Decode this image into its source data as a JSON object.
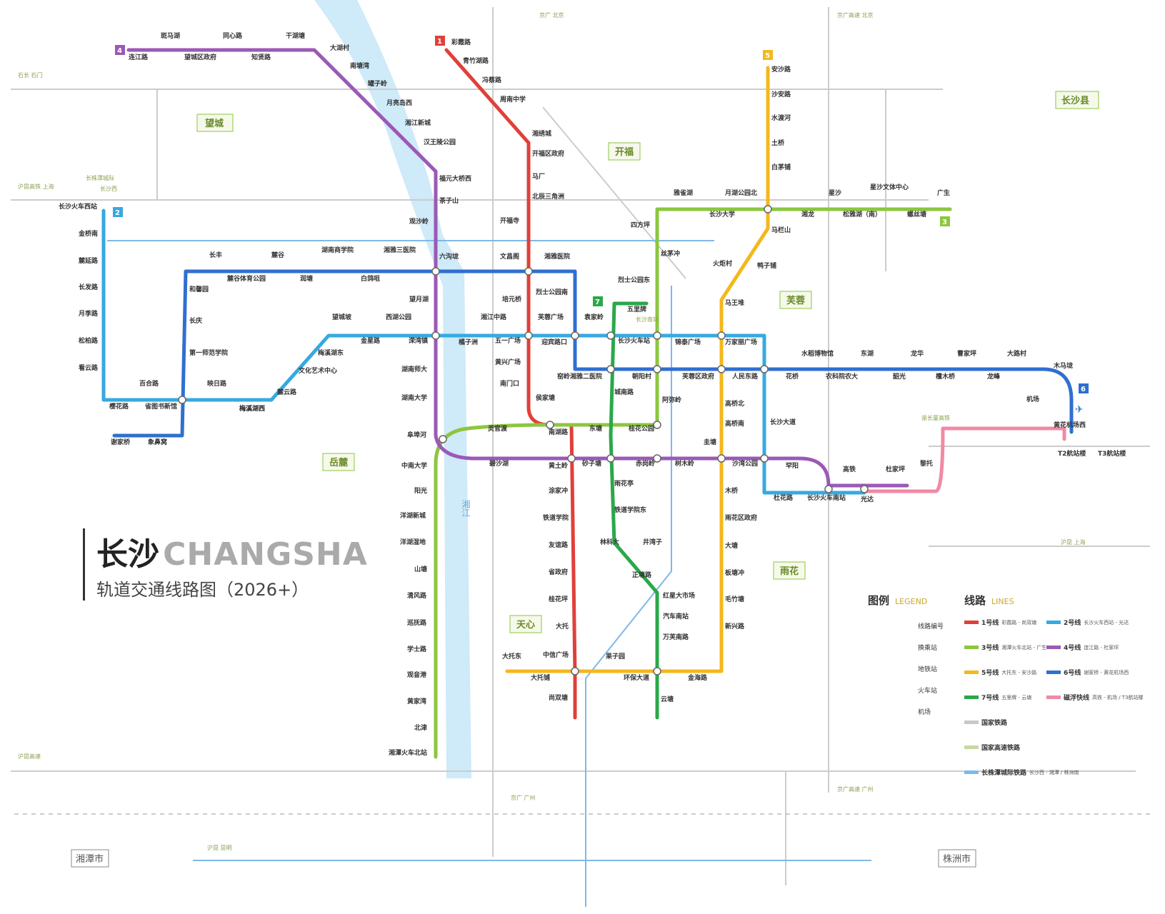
{
  "title": {
    "cn": "长沙",
    "en": "CHANGSHA",
    "sub": "轨道交通线路图（2026+）"
  },
  "colors": {
    "line1": "#e0403a",
    "line2": "#36a9e1",
    "line3": "#8cc63f",
    "line4": "#9b59b6",
    "line5": "#f4b81c",
    "line6": "#2f6fd0",
    "line7": "#2aa84a",
    "maglev": "#f08aa4",
    "rail": "#c8c8c8",
    "intercity": "#7fb8e8",
    "river": "#cfeaf8"
  },
  "districts": [
    {
      "id": "wangcheng",
      "name": "望城"
    },
    {
      "id": "changsha_county",
      "name": "长沙县"
    },
    {
      "id": "kaifu",
      "name": "开福"
    },
    {
      "id": "furong",
      "name": "芙蓉"
    },
    {
      "id": "yuelu",
      "name": "岳麓"
    },
    {
      "id": "tianxin",
      "name": "天心"
    },
    {
      "id": "yuhua",
      "name": "雨花"
    },
    {
      "id": "xiangtan",
      "name": "湘潭市"
    },
    {
      "id": "zhuzhou",
      "name": "株洲市"
    }
  ],
  "river": {
    "name": "湘江"
  },
  "line_badges": [
    "1",
    "2",
    "3",
    "4",
    "5",
    "6",
    "7"
  ],
  "stations": [
    {
      "id": "s1",
      "name": "彩霞路"
    },
    {
      "id": "s2",
      "name": "青竹湖路"
    },
    {
      "id": "s3",
      "name": "冯蔡路"
    },
    {
      "id": "s4",
      "name": "周南中学"
    },
    {
      "id": "s5",
      "name": "湘绣城"
    },
    {
      "id": "s6",
      "name": "开福区政府"
    },
    {
      "id": "s7",
      "name": "马厂"
    },
    {
      "id": "s8",
      "name": "北辰三角洲"
    },
    {
      "id": "s9",
      "name": "开福寺"
    },
    {
      "id": "s10",
      "name": "文昌阁"
    },
    {
      "id": "s11",
      "name": "培元桥"
    },
    {
      "id": "s12",
      "name": "五一广场"
    },
    {
      "id": "s13",
      "name": "黄兴广场"
    },
    {
      "id": "s14",
      "name": "南门口"
    },
    {
      "id": "s15",
      "name": "侯家塘"
    },
    {
      "id": "s16",
      "name": "南湖路"
    },
    {
      "id": "s17",
      "name": "黄土岭"
    },
    {
      "id": "s18",
      "name": "涂家冲"
    },
    {
      "id": "s19",
      "name": "铁道学院"
    },
    {
      "id": "s20",
      "name": "友谊路"
    },
    {
      "id": "s21",
      "name": "省政府"
    },
    {
      "id": "s22",
      "name": "桂花坪"
    },
    {
      "id": "s23",
      "name": "大托"
    },
    {
      "id": "s24",
      "name": "中信广场"
    },
    {
      "id": "s25",
      "name": "尚双塘"
    },
    {
      "id": "s26",
      "name": "长沙火车西站"
    },
    {
      "id": "s27",
      "name": "金桥南"
    },
    {
      "id": "s28",
      "name": "麓延路"
    },
    {
      "id": "s29",
      "name": "长发路"
    },
    {
      "id": "s30",
      "name": "月季路"
    },
    {
      "id": "s31",
      "name": "松柏路"
    },
    {
      "id": "s32",
      "name": "看云路"
    },
    {
      "id": "s33",
      "name": "百合路"
    },
    {
      "id": "s34",
      "name": "映日路"
    },
    {
      "id": "s35",
      "name": "麓云路"
    },
    {
      "id": "s36",
      "name": "文化艺术中心"
    },
    {
      "id": "s37",
      "name": "梅溪湖东"
    },
    {
      "id": "s38",
      "name": "望城坡"
    },
    {
      "id": "s39",
      "name": "金星路"
    },
    {
      "id": "s40",
      "name": "西湖公园"
    },
    {
      "id": "s41",
      "name": "溁湾镇"
    },
    {
      "id": "s42",
      "name": "橘子洲"
    },
    {
      "id": "s43",
      "name": "湘江中路"
    },
    {
      "id": "s44",
      "name": "芙蓉广场"
    },
    {
      "id": "s45",
      "name": "袁家岭"
    },
    {
      "id": "s46",
      "name": "长沙火车站"
    },
    {
      "id": "s47",
      "name": "锦泰广场"
    },
    {
      "id": "s48",
      "name": "万家丽广场"
    },
    {
      "id": "s49",
      "name": "长沙大道"
    },
    {
      "id": "s50",
      "name": "沙湾公园"
    },
    {
      "id": "s51",
      "name": "杜花路"
    },
    {
      "id": "s52",
      "name": "长沙火车南站"
    },
    {
      "id": "s53",
      "name": "光达"
    },
    {
      "id": "s54",
      "name": "梅溪湖西"
    },
    {
      "id": "s55",
      "name": "斑马湖"
    },
    {
      "id": "s56",
      "name": "同心路"
    },
    {
      "id": "s57",
      "name": "干湖塘"
    },
    {
      "id": "s58",
      "name": "连江路"
    },
    {
      "id": "s59",
      "name": "望城区政府"
    },
    {
      "id": "s60",
      "name": "知贤路"
    },
    {
      "id": "s61",
      "name": "大湖村"
    },
    {
      "id": "s62",
      "name": "南塘湾"
    },
    {
      "id": "s63",
      "name": "罐子岭"
    },
    {
      "id": "s64",
      "name": "月亮岛西"
    },
    {
      "id": "s65",
      "name": "湘江新城"
    },
    {
      "id": "s66",
      "name": "汉王陵公园"
    },
    {
      "id": "s67",
      "name": "福元大桥西"
    },
    {
      "id": "s68",
      "name": "茶子山"
    },
    {
      "id": "s69",
      "name": "观沙岭"
    },
    {
      "id": "s70",
      "name": "六沟垅"
    },
    {
      "id": "s71",
      "name": "望月湖"
    },
    {
      "id": "s72",
      "name": "湖南师大"
    },
    {
      "id": "s73",
      "name": "湖南大学"
    },
    {
      "id": "s74",
      "name": "阜埠河"
    },
    {
      "id": "s75",
      "name": "碧沙湖"
    },
    {
      "id": "s76",
      "name": "砂子塘"
    },
    {
      "id": "s77",
      "name": "赤岗岭"
    },
    {
      "id": "s78",
      "name": "树木岭"
    },
    {
      "id": "s79",
      "name": "圭塘"
    },
    {
      "id": "s80",
      "name": "罕阳"
    },
    {
      "id": "s81",
      "name": "高铁"
    },
    {
      "id": "s82",
      "name": "杜家坪"
    },
    {
      "id": "s83",
      "name": "黎托"
    },
    {
      "id": "s84",
      "name": "安沙路"
    },
    {
      "id": "s85",
      "name": "沙安路"
    },
    {
      "id": "s86",
      "name": "水渡河"
    },
    {
      "id": "s87",
      "name": "土桥"
    },
    {
      "id": "s88",
      "name": "白茅铺"
    },
    {
      "id": "s89",
      "name": "月湖公园北"
    },
    {
      "id": "s90",
      "name": "马栏山"
    },
    {
      "id": "s91",
      "name": "鸭子铺"
    },
    {
      "id": "s92",
      "name": "火炬村"
    },
    {
      "id": "s93",
      "name": "马王堆"
    },
    {
      "id": "s94",
      "name": "人民东路"
    },
    {
      "id": "s95",
      "name": "高桥北"
    },
    {
      "id": "s96",
      "name": "高桥南"
    },
    {
      "id": "s97",
      "name": "木桥"
    },
    {
      "id": "s98",
      "name": "雨花区政府"
    },
    {
      "id": "s99",
      "name": "大塘"
    },
    {
      "id": "s100",
      "name": "板塘冲"
    },
    {
      "id": "s101",
      "name": "毛竹塘"
    },
    {
      "id": "s102",
      "name": "新兴路"
    },
    {
      "id": "s103",
      "name": "金海路"
    },
    {
      "id": "s104",
      "name": "大托铺"
    },
    {
      "id": "s105",
      "name": "大托东"
    },
    {
      "id": "s106",
      "name": "雅雀湖"
    },
    {
      "id": "s107",
      "name": "长沙大学"
    },
    {
      "id": "s108",
      "name": "湘龙"
    },
    {
      "id": "s109",
      "name": "星沙"
    },
    {
      "id": "s110",
      "name": "松雅湖（南）"
    },
    {
      "id": "s111",
      "name": "星沙文体中心"
    },
    {
      "id": "s112",
      "name": "螺丝塘"
    },
    {
      "id": "s113",
      "name": "广生"
    },
    {
      "id": "s114",
      "name": "四方坪"
    },
    {
      "id": "s115",
      "name": "丝茅冲"
    },
    {
      "id": "s116",
      "name": "朝阳村"
    },
    {
      "id": "s117",
      "name": "阿弥岭"
    },
    {
      "id": "s118",
      "name": "桂花公园"
    },
    {
      "id": "s119",
      "name": "东塘"
    },
    {
      "id": "s120",
      "name": "灵官渡"
    },
    {
      "id": "s121",
      "name": "中南大学"
    },
    {
      "id": "s122",
      "name": "阳光"
    },
    {
      "id": "s123",
      "name": "洋湖新城"
    },
    {
      "id": "s124",
      "name": "洋湖湿地"
    },
    {
      "id": "s125",
      "name": "山塘"
    },
    {
      "id": "s126",
      "name": "清风路"
    },
    {
      "id": "s127",
      "name": "巡抚路"
    },
    {
      "id": "s128",
      "name": "学士路"
    },
    {
      "id": "s129",
      "name": "观音港"
    },
    {
      "id": "s130",
      "name": "黄家湾"
    },
    {
      "id": "s131",
      "name": "北津"
    },
    {
      "id": "s132",
      "name": "湘潭火车北站"
    },
    {
      "id": "s133",
      "name": "长丰"
    },
    {
      "id": "s134",
      "name": "麓谷"
    },
    {
      "id": "s135",
      "name": "湖南商学院"
    },
    {
      "id": "s136",
      "name": "湘雅三医院"
    },
    {
      "id": "s137",
      "name": "湘雅医院"
    },
    {
      "id": "s138",
      "name": "烈士公园南"
    },
    {
      "id": "s139",
      "name": "麓谷体育公园"
    },
    {
      "id": "s140",
      "name": "润塘"
    },
    {
      "id": "s141",
      "name": "白鸽咀"
    },
    {
      "id": "s142",
      "name": "和馨园"
    },
    {
      "id": "s143",
      "name": "长庆"
    },
    {
      "id": "s144",
      "name": "第一师范学院"
    },
    {
      "id": "s145",
      "name": "迎宾路口"
    },
    {
      "id": "s146",
      "name": "窑岭湘雅二医院"
    },
    {
      "id": "s147",
      "name": "城南路"
    },
    {
      "id": "s148",
      "name": "芙蓉区政府"
    },
    {
      "id": "s149",
      "name": "花桥"
    },
    {
      "id": "s150",
      "name": "水稻博物馆"
    },
    {
      "id": "s151",
      "name": "农科院农大"
    },
    {
      "id": "s152",
      "name": "东湖"
    },
    {
      "id": "s153",
      "name": "韶光"
    },
    {
      "id": "s154",
      "name": "龙华"
    },
    {
      "id": "s155",
      "name": "檀木桥"
    },
    {
      "id": "s156",
      "name": "曹家坪"
    },
    {
      "id": "s157",
      "name": "龙峰"
    },
    {
      "id": "s158",
      "name": "大路村"
    },
    {
      "id": "s159",
      "name": "木马垅"
    },
    {
      "id": "s160",
      "name": "黄花机场西"
    },
    {
      "id": "s161",
      "name": "樱花路"
    },
    {
      "id": "s162",
      "name": "省图书新馆"
    },
    {
      "id": "s163",
      "name": "梅溪湖西"
    },
    {
      "id": "s164",
      "name": "谢家桥"
    },
    {
      "id": "s165",
      "name": "象鼻窝"
    },
    {
      "id": "s166",
      "name": "烈士公园东"
    },
    {
      "id": "s167",
      "name": "五里牌"
    },
    {
      "id": "s168",
      "name": "雨花亭"
    },
    {
      "id": "s169",
      "name": "铁道学院东"
    },
    {
      "id": "s170",
      "name": "林科大"
    },
    {
      "id": "s171",
      "name": "井湾子"
    },
    {
      "id": "s172",
      "name": "正塘路"
    },
    {
      "id": "s173",
      "name": "红星大市场"
    },
    {
      "id": "s174",
      "name": "汽车南站"
    },
    {
      "id": "s175",
      "name": "万芙南路"
    },
    {
      "id": "s176",
      "name": "环保大道"
    },
    {
      "id": "s177",
      "name": "云塘"
    },
    {
      "id": "s178",
      "name": "果子园"
    },
    {
      "id": "s179",
      "name": "机场"
    },
    {
      "id": "s180",
      "name": "T2航站楼"
    },
    {
      "id": "s181",
      "name": "T3航站楼"
    }
  ],
  "rail_labels": [
    "沪昆高速",
    "长株潭城际",
    "京广 北京",
    "京广高速 北京",
    "石长 石门",
    "沪昆高铁 上海",
    "沪昆 上海",
    "京广 广州",
    "京广高速 广州",
    "沪昆 昆明",
    "渝长厦高铁",
    "长沙西",
    "长沙南站"
  ],
  "legend": {
    "title": "图例",
    "title_en": "LEGEND",
    "items": [
      {
        "label": "线路编号"
      },
      {
        "label": "换乘站"
      },
      {
        "label": "地铁站"
      },
      {
        "label": "火车站"
      },
      {
        "label": "机场"
      }
    ],
    "lines_title": "线路",
    "lines_title_en": "LINES",
    "lines": [
      {
        "name": "1号线",
        "desc": "彩霞路 - 尚双塘",
        "color": "#e0403a"
      },
      {
        "name": "2号线",
        "desc": "长沙火车西站 - 光达",
        "color": "#36a9e1"
      },
      {
        "name": "3号线",
        "desc": "湘潭火车北站 - 广生",
        "color": "#8cc63f"
      },
      {
        "name": "4号线",
        "desc": "连江路 - 杜家坪",
        "color": "#9b59b6"
      },
      {
        "name": "5号线",
        "desc": "大托东 - 安沙路",
        "color": "#f4b81c"
      },
      {
        "name": "6号线",
        "desc": "谢家桥 - 黄花机场西",
        "color": "#2f6fd0"
      },
      {
        "name": "7号线",
        "desc": "五里牌 - 云塘",
        "color": "#2aa84a"
      },
      {
        "name": "磁浮快线",
        "desc": "高铁 - 机场 / T3航站楼",
        "color": "#f08aa4"
      },
      {
        "name": "国家铁路",
        "desc": "",
        "color": "#c8c8c8"
      },
      {
        "name": "国家高速铁路",
        "desc": "",
        "color": "#c8d8a0"
      },
      {
        "name": "长株潭城际铁路",
        "desc": "长沙西 · 湘潭 / 株洲南",
        "color": "#7fb8e8"
      }
    ]
  }
}
